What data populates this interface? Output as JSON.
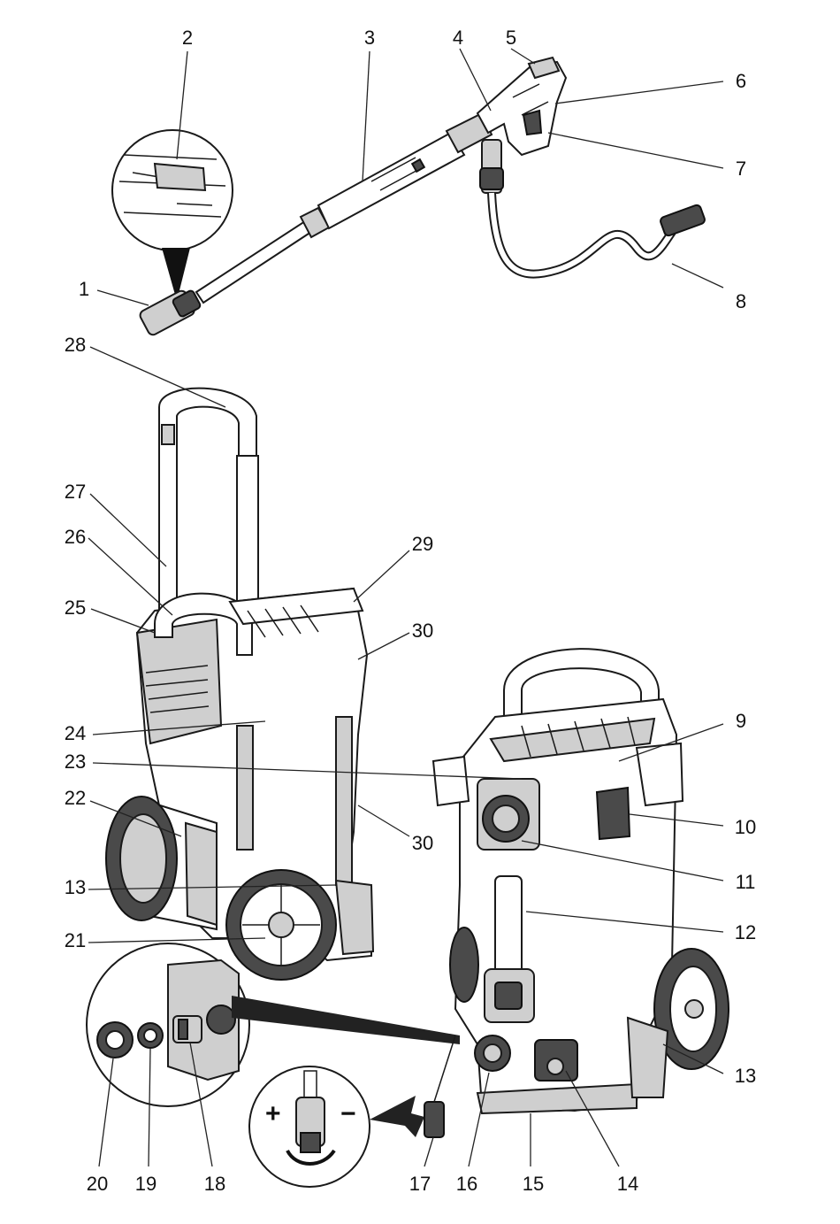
{
  "callouts": {
    "1": "1",
    "2": "2",
    "3": "3",
    "4": "4",
    "5": "5",
    "6": "6",
    "7": "7",
    "8": "8",
    "9": "9",
    "10": "10",
    "11": "11",
    "12": "12",
    "13": "13",
    "14": "14",
    "15": "15",
    "16": "16",
    "17": "17",
    "18": "18",
    "19": "19",
    "20": "20",
    "21": "21",
    "22": "22",
    "23": "23",
    "24": "24",
    "25": "25",
    "26": "26",
    "27": "27",
    "28": "28",
    "29": "29",
    "30": "30"
  },
  "symbols": {
    "increase": "+",
    "decrease": "−"
  }
}
